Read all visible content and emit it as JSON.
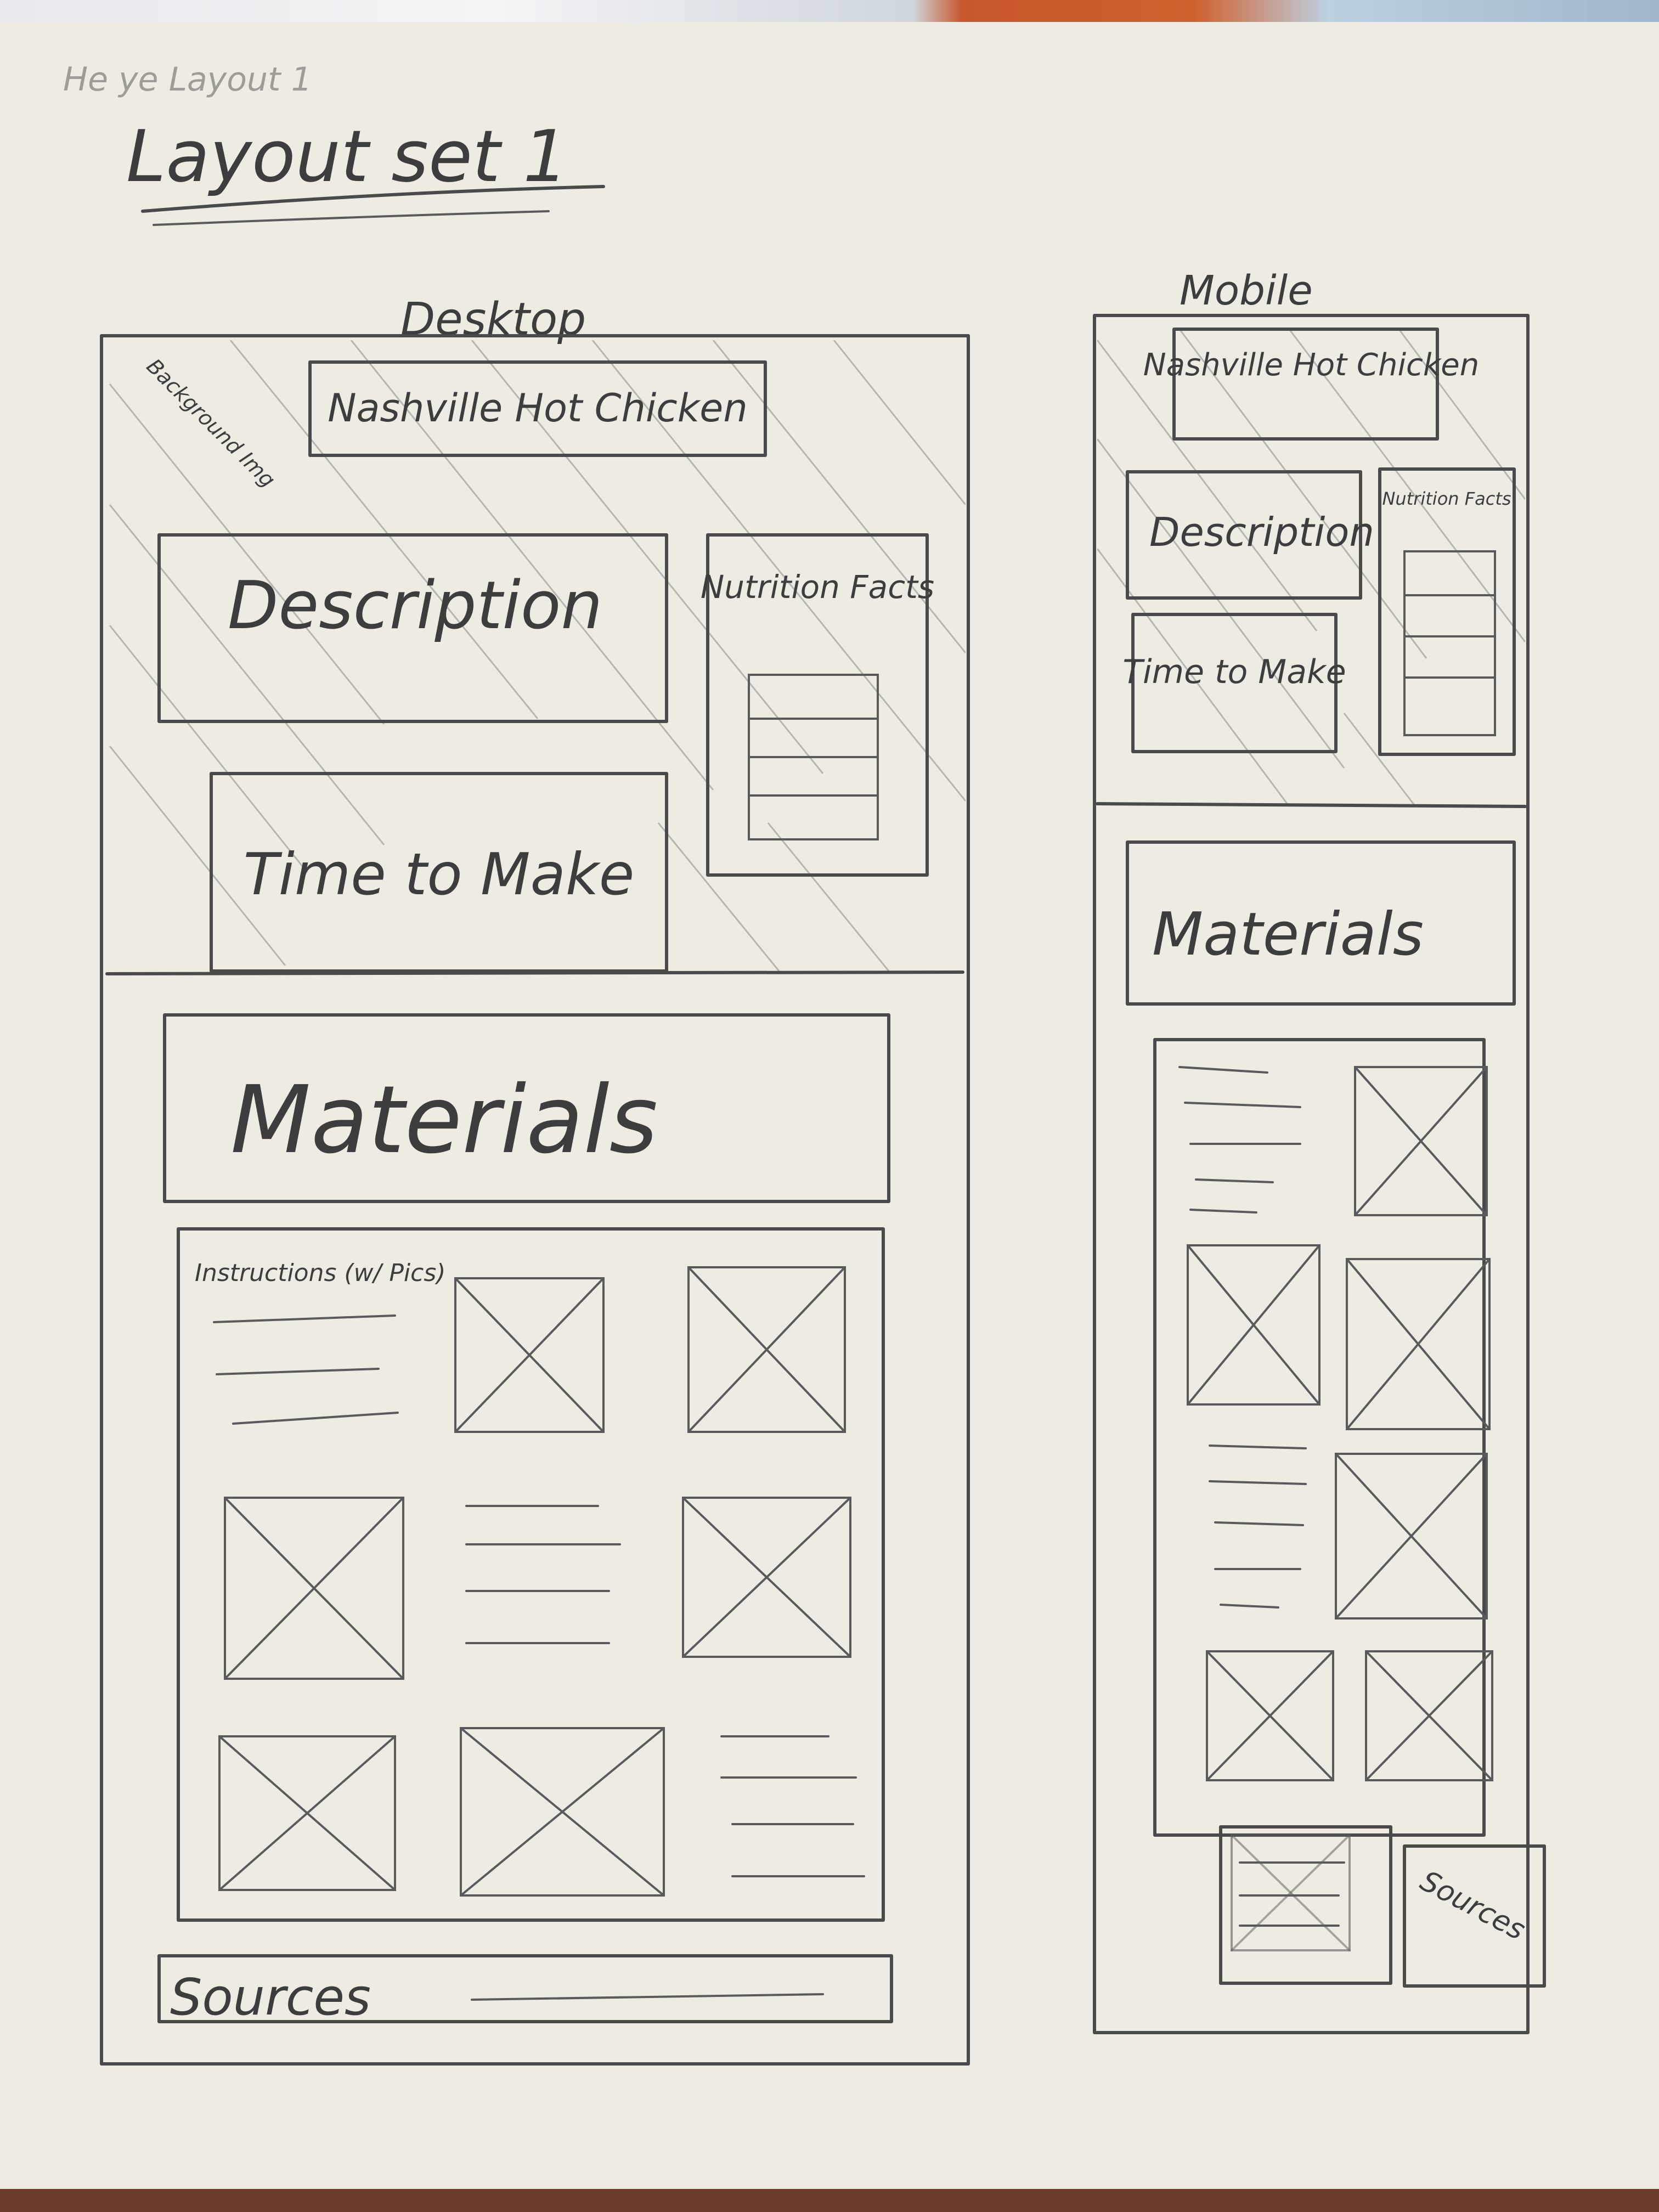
{
  "sheet": {
    "faint_text": "He ye Layout 1",
    "title": "Layout set 1"
  },
  "desktop": {
    "label": "Desktop",
    "background_note": "Background Img",
    "header": "Nashville Hot Chicken",
    "description": "Description",
    "nutrition": "Nutrition Facts",
    "time_to_make": "Time to Make",
    "materials": "Materials",
    "instructions": "Instructions (w/ Pics)",
    "sources": "Sources"
  },
  "mobile": {
    "label": "Mobile",
    "header": "Nashville Hot Chicken",
    "description": "Description",
    "nutrition": "Nutrition Facts",
    "time_to_make": "Time to Make",
    "materials": "Materials",
    "sources": "Sources"
  }
}
